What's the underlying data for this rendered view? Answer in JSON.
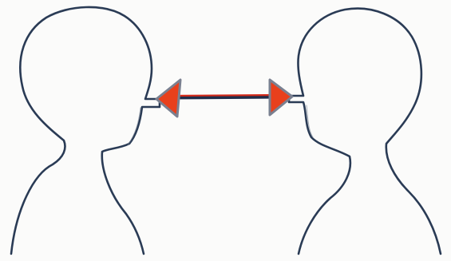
{
  "colors": {
    "background": "#fbfbfa",
    "outline": "#2a3b55",
    "arrow_fill": "#e8401c",
    "arrow_edge": "#7a8090",
    "arrow_shaft": "#b81f1f"
  },
  "figures": [
    {
      "name": "left-person-silhouette",
      "facing": "right"
    },
    {
      "name": "right-person-silhouette",
      "facing": "left"
    }
  ],
  "arrow": {
    "name": "double-headed-arrow",
    "direction": "both"
  }
}
